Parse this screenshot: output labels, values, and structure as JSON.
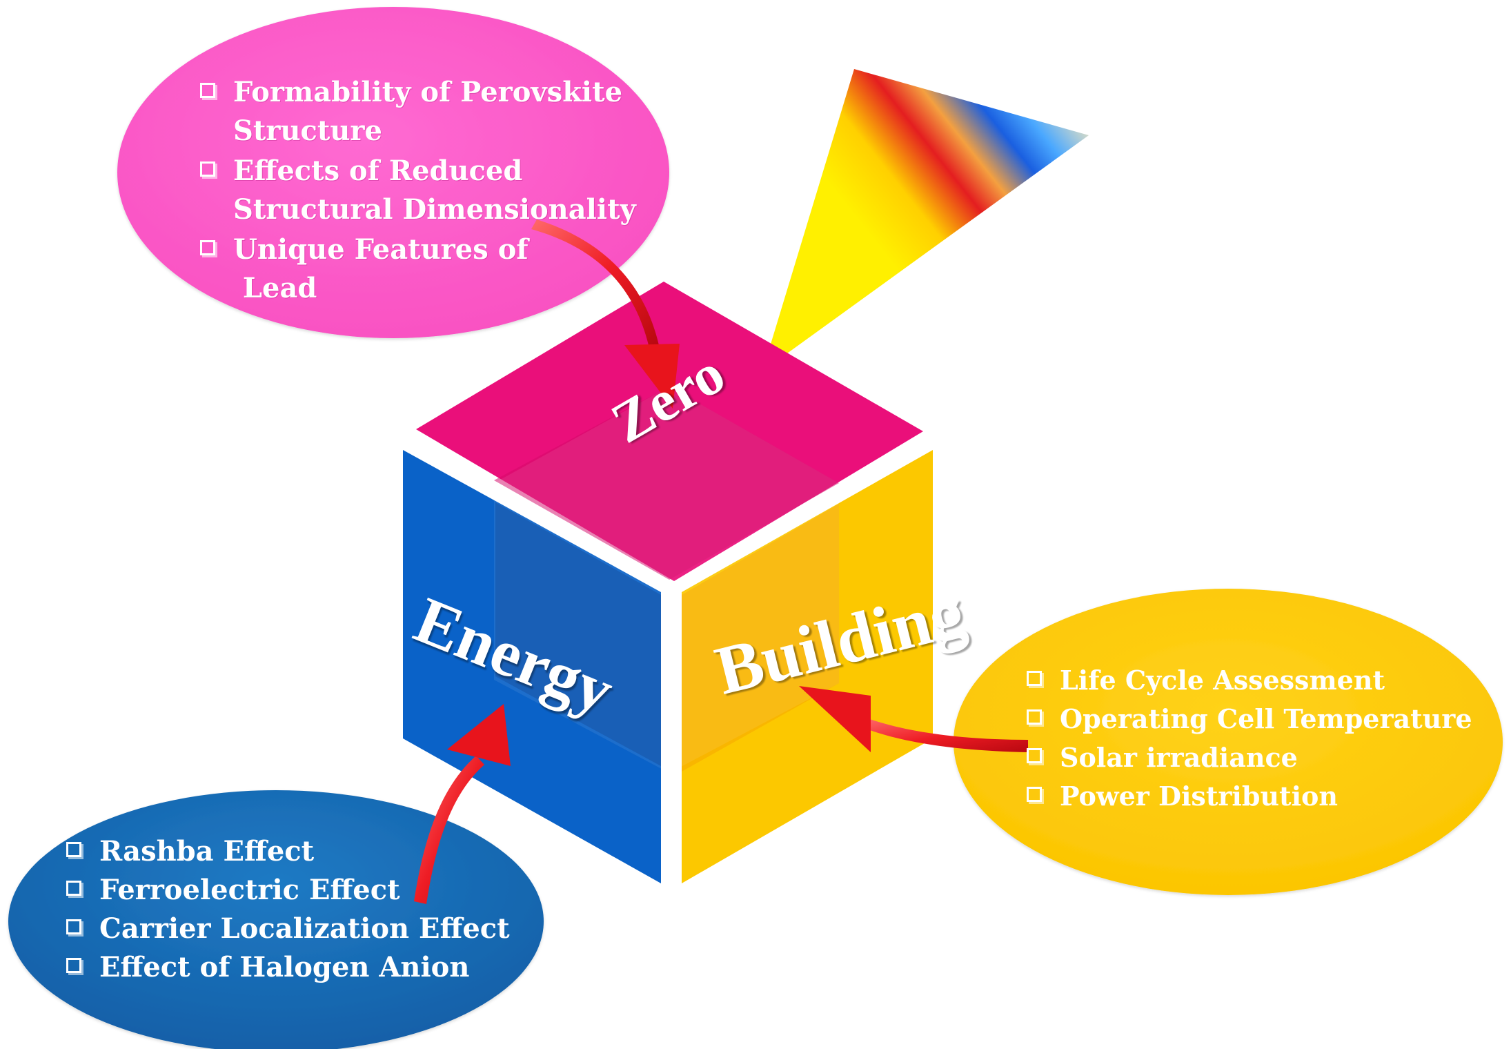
{
  "cube": {
    "top_label": "Zero",
    "left_label": "Energy",
    "right_label": "Building",
    "colors": {
      "top": "#ea0f7a",
      "left": "#0a62c8",
      "right": "#fcc800"
    }
  },
  "bubbles": {
    "pink": {
      "color": "#fc5bc8",
      "items": [
        {
          "line1": "Formability  of Perovskite",
          "line2": "Structure"
        },
        {
          "line1": "Effects of Reduced",
          "line2": "Structural  Dimensionality"
        },
        {
          "line1": "Unique  Features of",
          "line2": " Lead"
        }
      ]
    },
    "blue": {
      "color": "#1a6fb8",
      "items": [
        "Rashba  Effect",
        "Ferroelectric  Effect",
        "Carrier  Localization  Effect",
        "Effect of Halogen Anion"
      ]
    },
    "yellow": {
      "color": "#fcca04",
      "items": [
        "Life Cycle Assessment",
        "Operating  Cell Temperature",
        "Solar irradiance",
        "Power Distribution"
      ]
    }
  },
  "icons": {
    "checkbox": "checkbox-outline-icon",
    "arrow": "curved-red-arrow-icon",
    "light": "spectrum-light-beam-icon"
  }
}
